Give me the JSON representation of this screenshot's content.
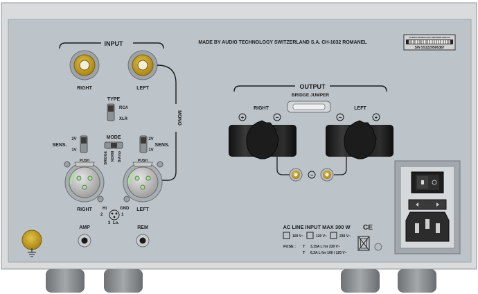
{
  "labels": {
    "input": "INPUT",
    "right": "RIGHT",
    "left": "LEFT",
    "made_by": "MADE BY AUDIO TECHNOLOGY SWITZERLAND S.A. CH-1032 ROMANEL",
    "label_small": "AUDIO TECHNOLOGY SWITZERLAND SA",
    "serial": "S/N  551220506387",
    "type": "TYPE",
    "rca": "RCA",
    "xlr": "XLR",
    "mono": "MONO",
    "sens": "SENS.",
    "v2": "2V",
    "v1": "1V",
    "mode": "MODE",
    "bridge": "BRIDGE",
    "norm": "NORM",
    "biamp": "BiAmp",
    "push": "PUSH",
    "output": "OUTPUT",
    "bridge_jumper": "BRIDGE JUMPER",
    "hi": "Hi",
    "gnd": "GND",
    "lo": "Lo.",
    "pin1": "1",
    "pin2": "2",
    "pin3": "3",
    "amp": "AMP",
    "rem": "REM",
    "ac_line": "AC LINE INPUT MAX 300 W",
    "ce": "CE",
    "v100": "100 V~",
    "v120": "120 V~",
    "v230": "230 V~",
    "fuse": "FUSE :",
    "fuse_t1": "T",
    "fuse_l1": "3,15A  L for 230 V~",
    "fuse_t2": "T",
    "fuse_l2": "6,3A   L for 100 / 120 V~",
    "plus": "+",
    "minus": "−"
  },
  "colors": {
    "panel": "#bcc3c9",
    "panel_edge": "#a6adb3",
    "case": "#d8dadb",
    "gold": "#c5a01f",
    "green": "#a9e39a",
    "binding_post": "#2a2a2a"
  }
}
